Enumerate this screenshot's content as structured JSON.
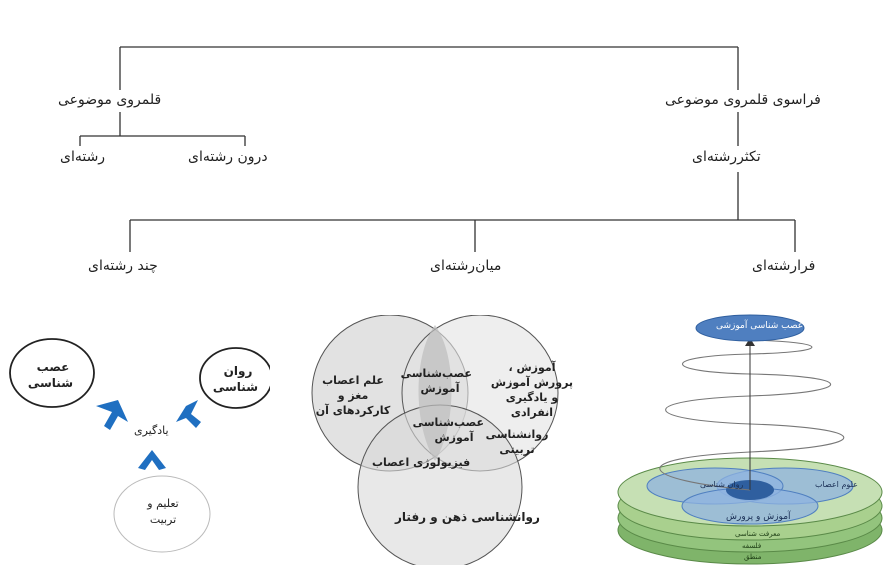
{
  "tree": {
    "root_right": "فراسوی قلمروی موضوعی",
    "root_left": "قلمروی موضوعی",
    "left_children": [
      "درون رشته‌ای",
      "رشته‌ای"
    ],
    "right_child": "تکثررشته‌ای",
    "bottom_children": [
      "فرارشته‌ای",
      "میان‌رشته‌ای",
      "چند رشته‌ای"
    ]
  },
  "multidisciplinary": {
    "neuro": "عصب شناسی",
    "psych": "روان شناسی",
    "learning": "یادگیری",
    "education": "تعلیم و تربیت"
  },
  "venn": {
    "left_circle": "علم اعصاب مغز و کارکردهای آن",
    "right_circle": "آموزش ، پرورش آموزش و یادگیری انفرادی",
    "bottom_circle": "روانشناسی ذهن و رفتار",
    "top_overlap": "عصب‌شناسی آموزش",
    "center_overlap": "عصب‌شناسی آموزش",
    "right_bottom_overlap": "روانشناسی تربیتی",
    "left_bottom_overlap": "فیزیولوژی اعصاب"
  },
  "spiral": {
    "top_label": "عصب شناسی آموزشی",
    "ring_labels": [
      "علوم اعصاب",
      "روان شناسی",
      "آموزش و پرورش"
    ],
    "base_layers": [
      "معرفت شناسی",
      "فلسفه",
      "منطق"
    ]
  },
  "colors": {
    "arrow_blue": "#1f6fc1",
    "venn_fill": "#d9d9d9",
    "venn_overlap": "#bdbdbd",
    "spiral_top": "#4f7fc0",
    "spiral_green": "#a9d08e",
    "spiral_blue": "#8fb3e0"
  }
}
